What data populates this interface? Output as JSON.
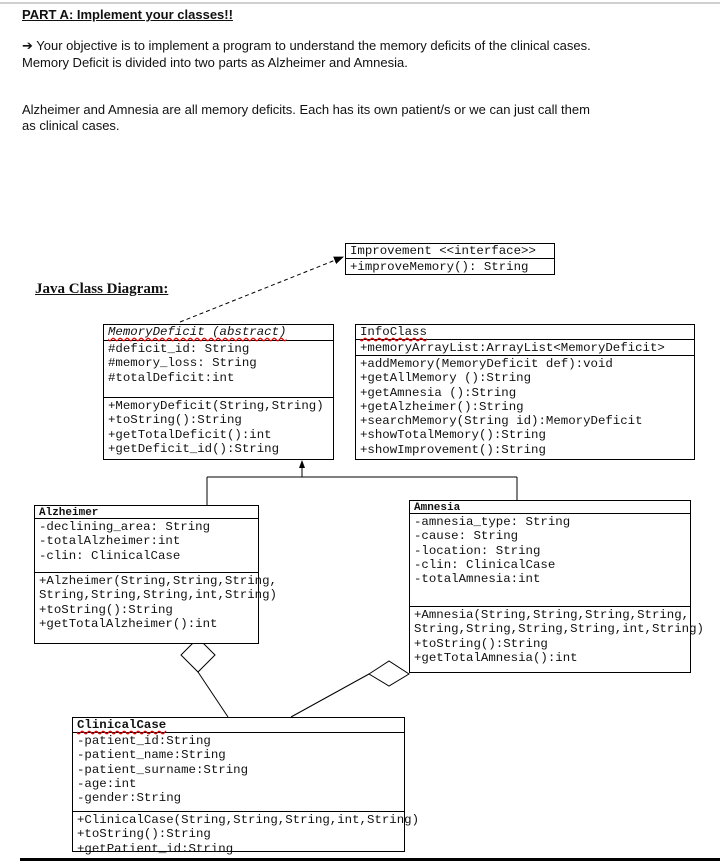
{
  "heading": "PART A: Implement your classes!!",
  "paragraph1": {
    "arrow_icon": "right-arrow-icon",
    "arrow": "➔",
    "line1": "Your objective is to implement a program to understand the memory deficits of the clinical cases.",
    "line2": "Memory Deficit is divided into two parts as Alzheimer and Amnesia."
  },
  "paragraph2": {
    "line1": "Alzheimer and Amnesia are all memory deficits. Each has its own patient/s or we can just call them",
    "line2": "as clinical cases."
  },
  "diagram_title": "Java Class Diagram:",
  "classes": {
    "improvement": {
      "header": "Improvement <<interface>>",
      "attributes": [],
      "methods": [
        "+improveMemory(): String"
      ]
    },
    "memorydeficit": {
      "header": "MemoryDeficit (abstract)",
      "attributes": [
        "#deficit_id: String",
        "#memory_loss: String",
        "#totalDeficit:int"
      ],
      "methods": [
        "+MemoryDeficit(String,String)",
        "+toString():String",
        "+getTotalDeficit():int",
        "+getDeficit_id():String"
      ]
    },
    "infoclass": {
      "header": "InfoClass",
      "attributes": [
        "+memoryArrayList:ArrayList<MemoryDeficit>"
      ],
      "methods": [
        "+addMemory(MemoryDeficit def):void",
        "+getAllMemory ():String",
        "+getAmnesia ():String",
        "+getAlzheimer():String",
        "+searchMemory(String id):MemoryDeficit",
        "+showTotalMemory():String",
        "+showImprovement():String"
      ]
    },
    "alzheimer": {
      "header": "Alzheimer",
      "attributes": [
        "-declining_area: String",
        "-totalAlzheimer:int",
        "-clin: ClinicalCase"
      ],
      "methods": [
        "+Alzheimer(String,String,String,",
        "String,String,String,int,String)",
        "+toString():String",
        "+getTotalAlzheimer():int"
      ]
    },
    "amnesia": {
      "header": "Amnesia",
      "attributes": [
        "-amnesia_type: String",
        "-cause: String",
        "-location: String",
        "-clin: ClinicalCase",
        "-totalAmnesia:int"
      ],
      "methods": [
        "+Amnesia(String,String,String,String,",
        "String,String,String,String,int,String)",
        "+toString():String",
        "+getTotalAmnesia():int"
      ]
    },
    "clinicalcase": {
      "header": "ClinicalCase",
      "attributes": [
        "-patient_id:String",
        "-patient_name:String",
        "-patient_surname:String",
        "-age:int",
        "-gender:String"
      ],
      "methods": [
        "+ClinicalCase(String,String,String,int,String)",
        "+toString():String",
        "+getPatient_id:String"
      ]
    }
  }
}
